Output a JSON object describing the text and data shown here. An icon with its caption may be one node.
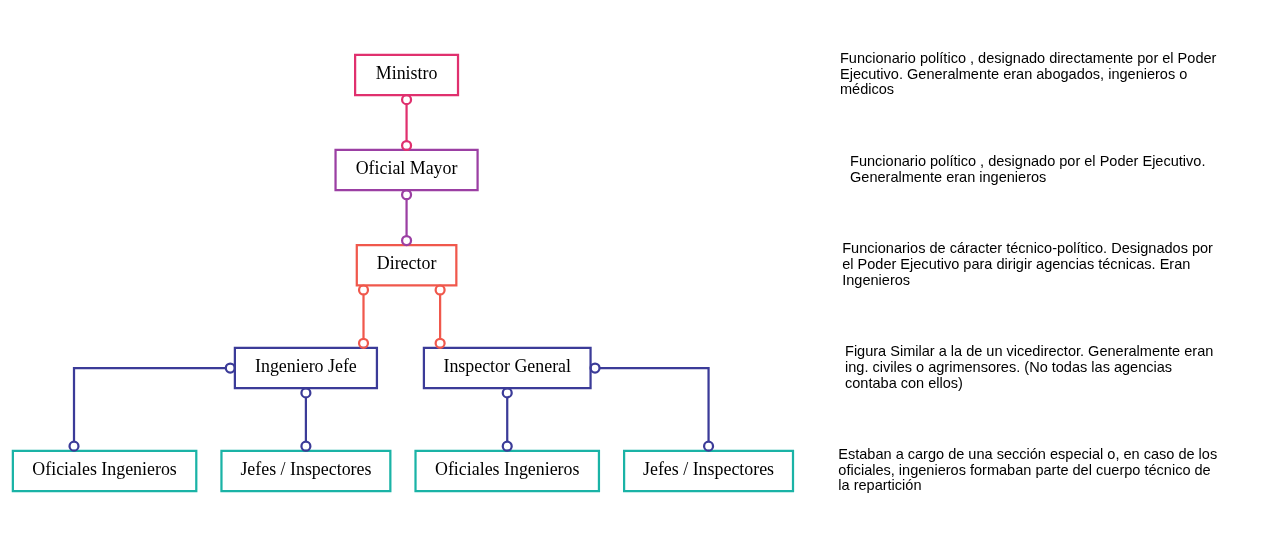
{
  "diagram": {
    "nodes": [
      {
        "text": [
          "Ministro"
        ]
      },
      {
        "text": [
          "Oficial Mayor"
        ]
      },
      {
        "text": [
          "Director"
        ]
      },
      {
        "text": [
          "Ingeniero Jefe"
        ]
      },
      {
        "text": [
          "Inspector General"
        ]
      },
      {
        "text": [
          "Oficiales Ingenieros"
        ]
      },
      {
        "text": [
          "Jefes / Inspectores"
        ]
      },
      {
        "text": [
          "Oficiales Ingenieros"
        ]
      },
      {
        "text": [
          "Jefes / Inspectores"
        ]
      }
    ],
    "edges": [
      {
        "from": 0,
        "to": 1,
        "arrow": "other",
        "color": "#e0306e"
      },
      {
        "from": 1,
        "to": 2,
        "arrow": "other",
        "color": "#9b3fa3"
      },
      {
        "from": 2,
        "to": 3,
        "arrow": "other",
        "color": "#f0584c"
      },
      {
        "from": 2,
        "to": 4,
        "arrow": "other",
        "color": "#f0584c"
      },
      {
        "from": 3,
        "to": 5,
        "arrow": "other"
      },
      {
        "from": 3,
        "to": 6,
        "arrow": "other"
      },
      {
        "from": 4,
        "to": 7,
        "arrow": "other"
      },
      {
        "from": 4,
        "to": 8,
        "arrow": "other"
      }
    ],
    "labels": [
      "Funcionario político , designado directamente por el Poder Ejecutivo. Generalmente eran abogados, ingenieros o médicos",
      "Funcionario político , designado por el Poder Ejecutivo. Generalmente eran ingenieros",
      "Funcionarios de cáracter técnico-político. Designados por el Poder Ejecutivo para dirigir agencias técnicas. Eran Ingenieros",
      "Figura Similar a la de un vicedirector. Generalmente eran ing. civiles o agrimensores. (No todas las agencias contaba con ellos)",
      "Estaban a cargo de una sección especial o, en caso de los oficiales, ingenieros formaban parte del cuerpo técnico de la repartición"
    ]
  }
}
